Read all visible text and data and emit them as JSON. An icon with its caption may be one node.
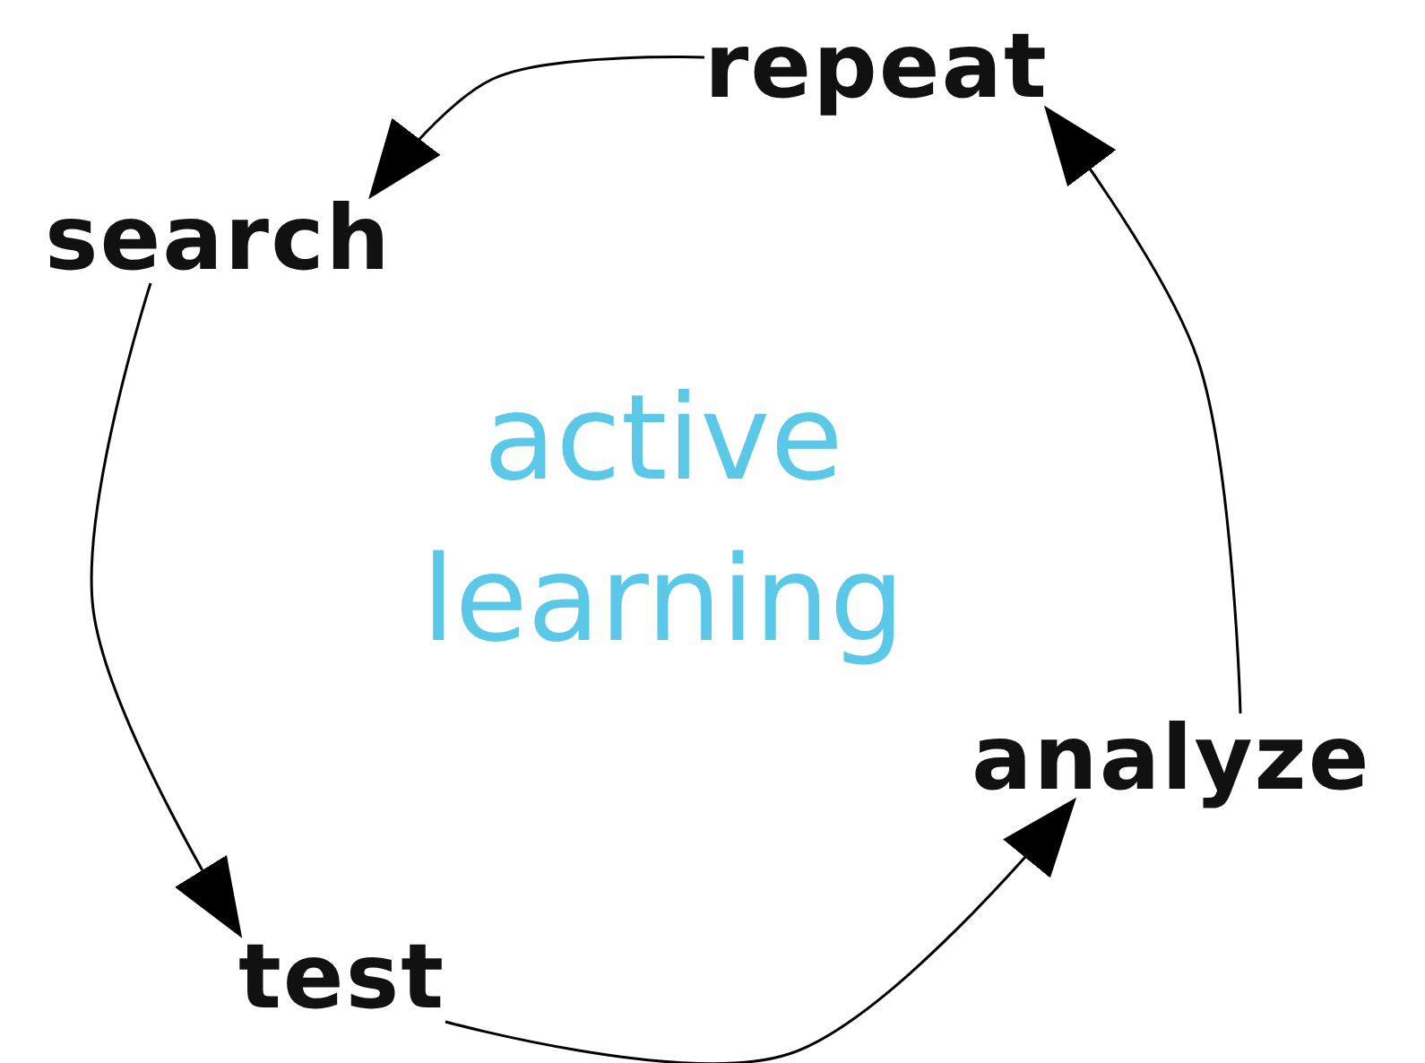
{
  "diagram": {
    "nodes": [
      {
        "text": [
          "repeat"
        ]
      },
      {
        "text": [
          "search"
        ]
      },
      {
        "text": [
          "test"
        ]
      },
      {
        "text": [
          "analyze"
        ]
      }
    ],
    "edges": [
      {
        "from": 0,
        "to": 1,
        "arrow": "to"
      },
      {
        "from": 1,
        "to": 2,
        "arrow": "to"
      },
      {
        "from": 2,
        "to": 3,
        "arrow": "to"
      },
      {
        "from": 3,
        "to": 0,
        "arrow": "to"
      }
    ],
    "labels": [
      "active learning"
    ]
  }
}
